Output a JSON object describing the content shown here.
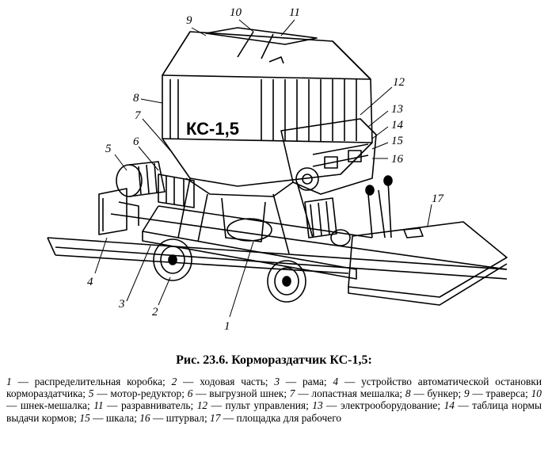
{
  "figure": {
    "machine_label": "КС-1,5",
    "callouts": [
      "1",
      "2",
      "3",
      "4",
      "5",
      "6",
      "7",
      "8",
      "9",
      "10",
      "11",
      "12",
      "13",
      "14",
      "15",
      "16",
      "17"
    ]
  },
  "caption": {
    "title": "Рис. 23.6. Кормораздатчик КС-1,5:",
    "legend": [
      {
        "num": "1",
        "text": " — распределительная коробка; "
      },
      {
        "num": "2",
        "text": " — ходовая часть; "
      },
      {
        "num": "3",
        "text": " — рама; "
      },
      {
        "num": "4",
        "text": " — устройство автоматической остановки кормораздатчика; "
      },
      {
        "num": "5",
        "text": " — мотор-редуктор; "
      },
      {
        "num": "6",
        "text": " — выгрузной шнек; "
      },
      {
        "num": "7",
        "text": " — лопастная мешалка; "
      },
      {
        "num": "8",
        "text": " — бункер; "
      },
      {
        "num": "9",
        "text": " — траверса; "
      },
      {
        "num": "10",
        "text": " — шнек-мешалка; "
      },
      {
        "num": "11",
        "text": " — разравниватель; "
      },
      {
        "num": "12",
        "text": " — пульт управления; "
      },
      {
        "num": "13",
        "text": " — электрооборудование; "
      },
      {
        "num": "14",
        "text": " — таблица нормы выдачи кормов; "
      },
      {
        "num": "15",
        "text": " — шкала; "
      },
      {
        "num": "16",
        "text": " — штурвал; "
      },
      {
        "num": "17",
        "text": " — площадка для рабочего"
      }
    ]
  }
}
